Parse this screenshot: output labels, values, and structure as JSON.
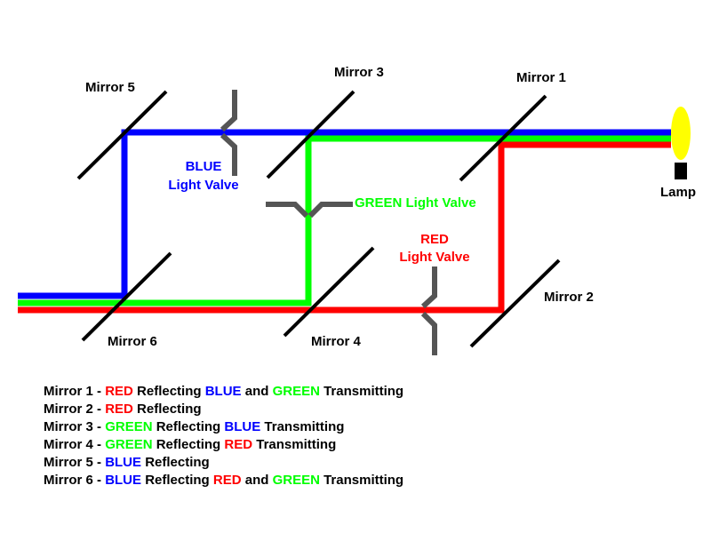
{
  "colors": {
    "red": "#ff0000",
    "green": "#00ff00",
    "blue": "#0000ff",
    "mirror": "#000000",
    "valve": "#555555",
    "lamp": "#ffff00"
  },
  "labels": {
    "mirror1": "Mirror 1",
    "mirror2": "Mirror 2",
    "mirror3": "Mirror 3",
    "mirror4": "Mirror 4",
    "mirror5": "Mirror 5",
    "mirror6": "Mirror 6",
    "lamp": "Lamp",
    "blue_valve_line1": "BLUE",
    "blue_valve_line2": "Light Valve",
    "green_valve": "GREEN Light Valve",
    "red_valve_line1": "RED",
    "red_valve_line2": "Light Valve"
  },
  "legend": [
    [
      {
        "text": "Mirror 1 - ",
        "color": "black"
      },
      {
        "text": "RED",
        "color": "red"
      },
      {
        "text": " Reflecting ",
        "color": "black"
      },
      {
        "text": "BLUE",
        "color": "blue"
      },
      {
        "text": " and ",
        "color": "black"
      },
      {
        "text": "GREEN",
        "color": "green"
      },
      {
        "text": " Transmitting",
        "color": "black"
      }
    ],
    [
      {
        "text": "Mirror 2 - ",
        "color": "black"
      },
      {
        "text": "RED",
        "color": "red"
      },
      {
        "text": " Reflecting",
        "color": "black"
      }
    ],
    [
      {
        "text": "Mirror 3 - ",
        "color": "black"
      },
      {
        "text": "GREEN",
        "color": "green"
      },
      {
        "text": " Reflecting ",
        "color": "black"
      },
      {
        "text": "BLUE",
        "color": "blue"
      },
      {
        "text": " Transmitting",
        "color": "black"
      }
    ],
    [
      {
        "text": "Mirror 4 - ",
        "color": "black"
      },
      {
        "text": "GREEN",
        "color": "green"
      },
      {
        "text": " Reflecting ",
        "color": "black"
      },
      {
        "text": "RED",
        "color": "red"
      },
      {
        "text": " Transmitting",
        "color": "black"
      }
    ],
    [
      {
        "text": "Mirror 5 - ",
        "color": "black"
      },
      {
        "text": "BLUE",
        "color": "blue"
      },
      {
        "text": " Reflecting",
        "color": "black"
      }
    ],
    [
      {
        "text": "Mirror 6 - ",
        "color": "black"
      },
      {
        "text": "BLUE",
        "color": "blue"
      },
      {
        "text": " Reflecting ",
        "color": "black"
      },
      {
        "text": "RED",
        "color": "red"
      },
      {
        "text": " and ",
        "color": "black"
      },
      {
        "text": "GREEN",
        "color": "green"
      },
      {
        "text": " Transmitting",
        "color": "black"
      }
    ]
  ]
}
